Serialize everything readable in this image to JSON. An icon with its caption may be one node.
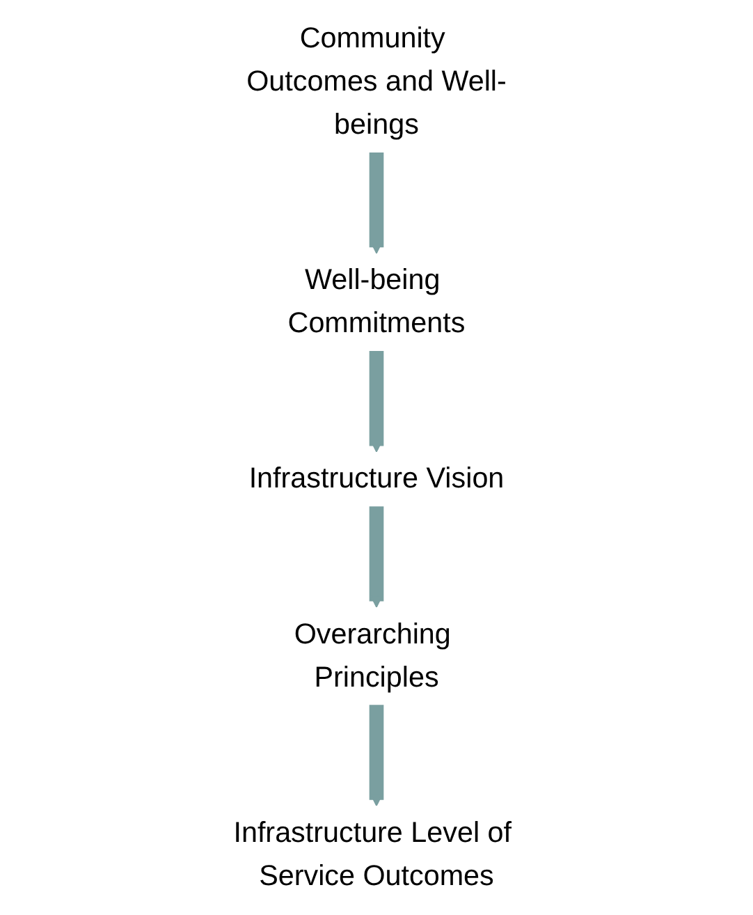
{
  "diagram": {
    "nodes": [
      {
        "text": [
          "Community Outcomes and Well-beings"
        ]
      },
      {
        "text": [
          "Well-being Commitments"
        ]
      },
      {
        "text": [
          "Infrastructure Vision"
        ]
      },
      {
        "text": [
          "Overarching Principles"
        ]
      },
      {
        "text": [
          "Infrastructure Level of Service Outcomes"
        ]
      }
    ],
    "edges": [
      {
        "from": 0,
        "to": 1,
        "arrow": "to"
      },
      {
        "from": 1,
        "to": 2,
        "arrow": "to"
      },
      {
        "from": 2,
        "to": 3,
        "arrow": "to"
      },
      {
        "from": 3,
        "to": 4,
        "arrow": "to"
      }
    ]
  }
}
